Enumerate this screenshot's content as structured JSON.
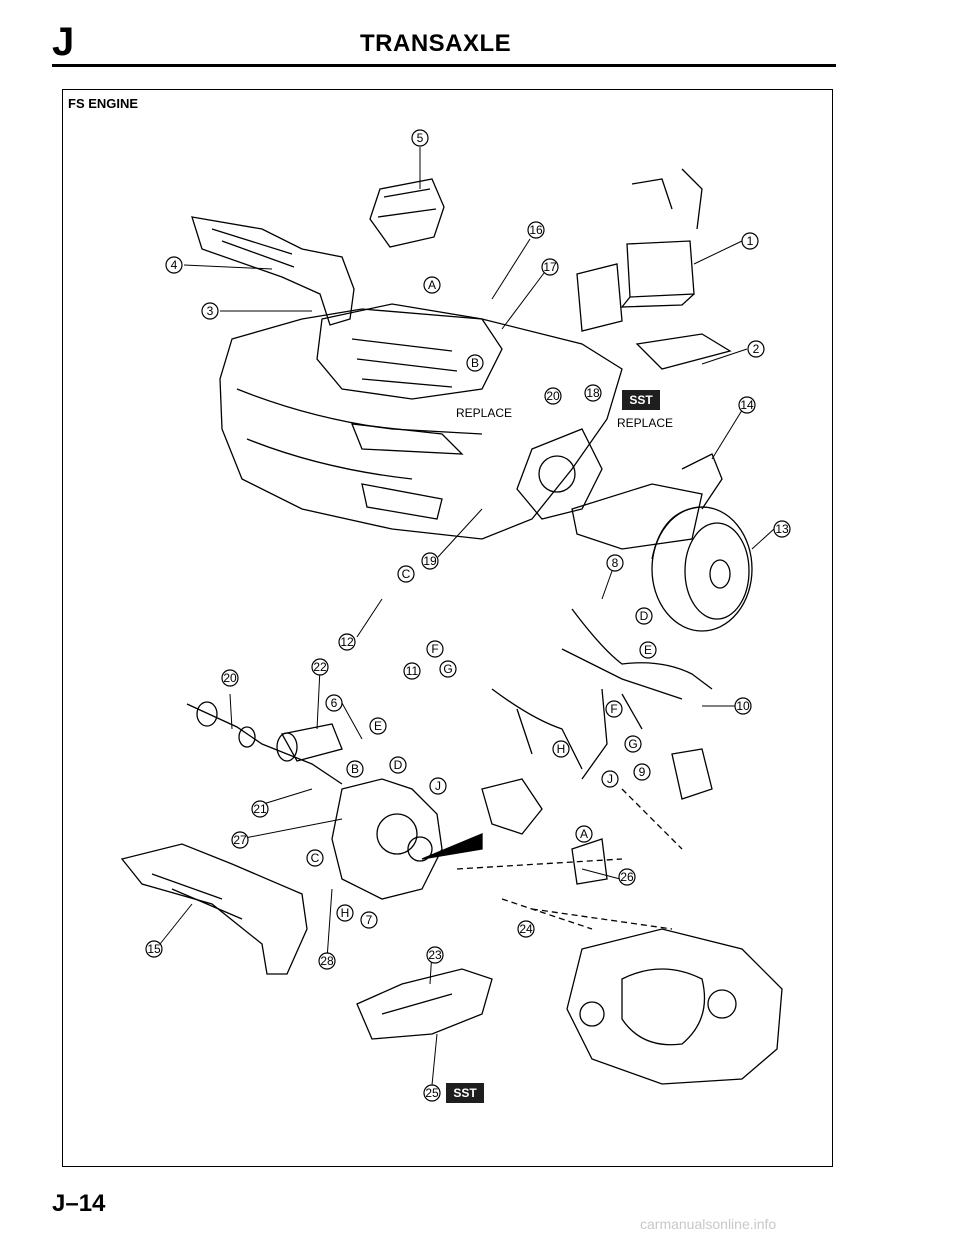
{
  "header": {
    "section_letter": "J",
    "title": "TRANSAXLE"
  },
  "diagram": {
    "engine_label": "FS ENGINE",
    "callouts": [
      "5",
      "16",
      "17",
      "4",
      "3",
      "1",
      "2",
      "A",
      "B",
      "20",
      "18",
      "14",
      "13",
      "19",
      "8",
      "C",
      "12",
      "D",
      "E",
      "22",
      "F",
      "11",
      "G",
      "20",
      "6",
      "10",
      "E",
      "F",
      "G",
      "B",
      "D",
      "H",
      "9",
      "J",
      "J",
      "21",
      "27",
      "A",
      "C",
      "26",
      "H",
      "7",
      "24",
      "15",
      "28",
      "23",
      "25"
    ],
    "sst_labels": [
      "SST",
      "SST"
    ],
    "replace_labels": [
      "REPLACE",
      "REPLACE"
    ]
  },
  "footer": {
    "page_number": "J–14",
    "watermark": "carmanualsonline.info"
  }
}
